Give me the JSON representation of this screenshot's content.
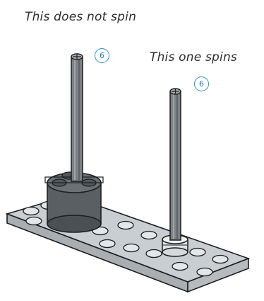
{
  "labels": {
    "static_axle": "This does not spin",
    "spinning_axle": "This one spins"
  },
  "callouts": {
    "left_axle_length": "6",
    "right_axle_length": "6"
  },
  "colors": {
    "callout_ring": "#2a8fd0",
    "plate": "#c9ced2",
    "dark_part": "#5a5f64",
    "axle": "#7c8186",
    "outline": "#1e1e1e"
  },
  "icons": {
    "static_axle": "lego-axle-icon",
    "spinning_axle": "lego-axle-icon",
    "base": "lego-plate-icon",
    "connector": "lego-round-brick-icon",
    "bushing": "lego-bushing-icon"
  }
}
